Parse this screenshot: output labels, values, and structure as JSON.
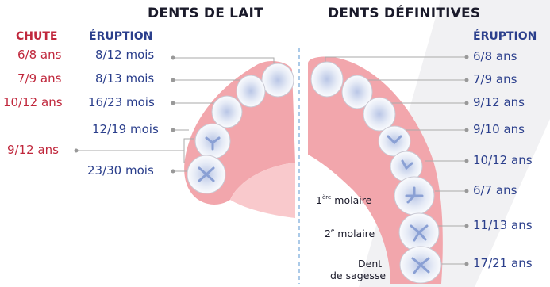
{
  "headers": {
    "baby_teeth": "DENTS DE LAIT",
    "permanent_teeth": "DENTS DÉFINITIVES"
  },
  "subheaders": {
    "chute": "CHUTE",
    "eruption_left": "ÉRUPTION",
    "eruption_right": "ÉRUPTION"
  },
  "baby_teeth": {
    "chute": [
      "6/8 ans",
      "7/9 ans",
      "10/12 ans",
      "9/12 ans"
    ],
    "eruption": [
      "8/12 mois",
      "8/13 mois",
      "16/23 mois",
      "12/19 mois",
      "23/30 mois"
    ]
  },
  "permanent_teeth": {
    "eruption": [
      "6/8 ans",
      "7/9 ans",
      "9/12 ans",
      "9/10 ans",
      "10/12 ans",
      "6/7 ans",
      "11/13 ans",
      "17/21 ans"
    ]
  },
  "molar_labels": {
    "first_molar_num": "1",
    "first_molar_sup": "ère",
    "first_molar_word": " molaire",
    "second_molar_num": "2",
    "second_molar_sup": "e",
    "second_molar_word": " molaire",
    "wisdom_line1": "Dent",
    "wisdom_line2": "de sagesse"
  },
  "colors": {
    "gum": "#f2a6ac",
    "gum_light": "#f9c9cc",
    "tooth_blue": "#b9c6e6",
    "leader_line": "#aaaaaa",
    "divider": "#8fb8e0",
    "red_text": "#c0273c",
    "blue_text": "#2b3f8c"
  }
}
